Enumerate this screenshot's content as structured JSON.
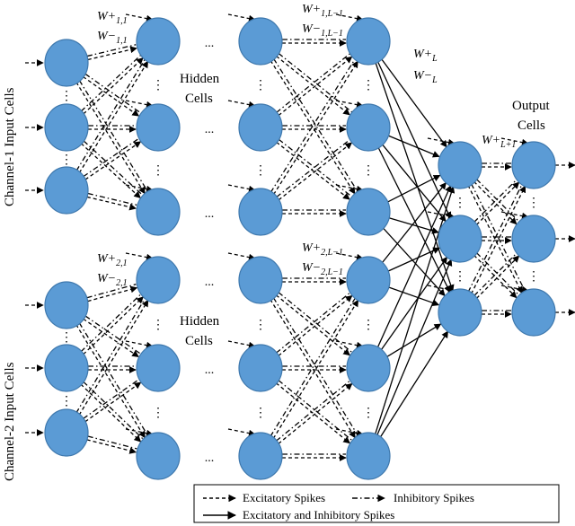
{
  "labels": {
    "channel1": "Channel-1 Input Cells",
    "channel2": "Channel-2 Input Cells",
    "hidden_line1": "Hidden",
    "hidden_line2": "Cells",
    "output_line1": "Output",
    "output_line2": "Cells",
    "ellipsis": "...",
    "vdots": "⋮"
  },
  "weights": {
    "w11_plus": "W+",
    "w11_plus_sub": "1,1",
    "w11_minus": "W−",
    "w11_minus_sub": "1,1",
    "w1L_plus": "W+",
    "w1L_plus_sub": "1,L−1",
    "w1L_minus": "W−",
    "w1L_minus_sub": "1,L−1",
    "w21_plus": "W+",
    "w21_plus_sub": "2,1",
    "w21_minus": "W−",
    "w21_minus_sub": "2,1",
    "w2L_plus": "W+",
    "w2L_plus_sub": "2,L−1",
    "w2L_minus": "W−",
    "w2L_minus_sub": "2,L−1",
    "wL_plus": "W+",
    "wL_plus_sub": "L",
    "wL_minus": "W−",
    "wL_minus_sub": "L",
    "wL1_plus": "W+",
    "wL1_plus_sub": "L+1"
  },
  "legend": {
    "excitatory": "Excitatory Spikes",
    "inhibitory": "Inhibitory Spikes",
    "both": "Excitatory and Inhibitory Spikes"
  },
  "colors": {
    "node_fill": "#5b9bd5",
    "node_stroke": "#3e78ad",
    "edge": "#000000"
  }
}
